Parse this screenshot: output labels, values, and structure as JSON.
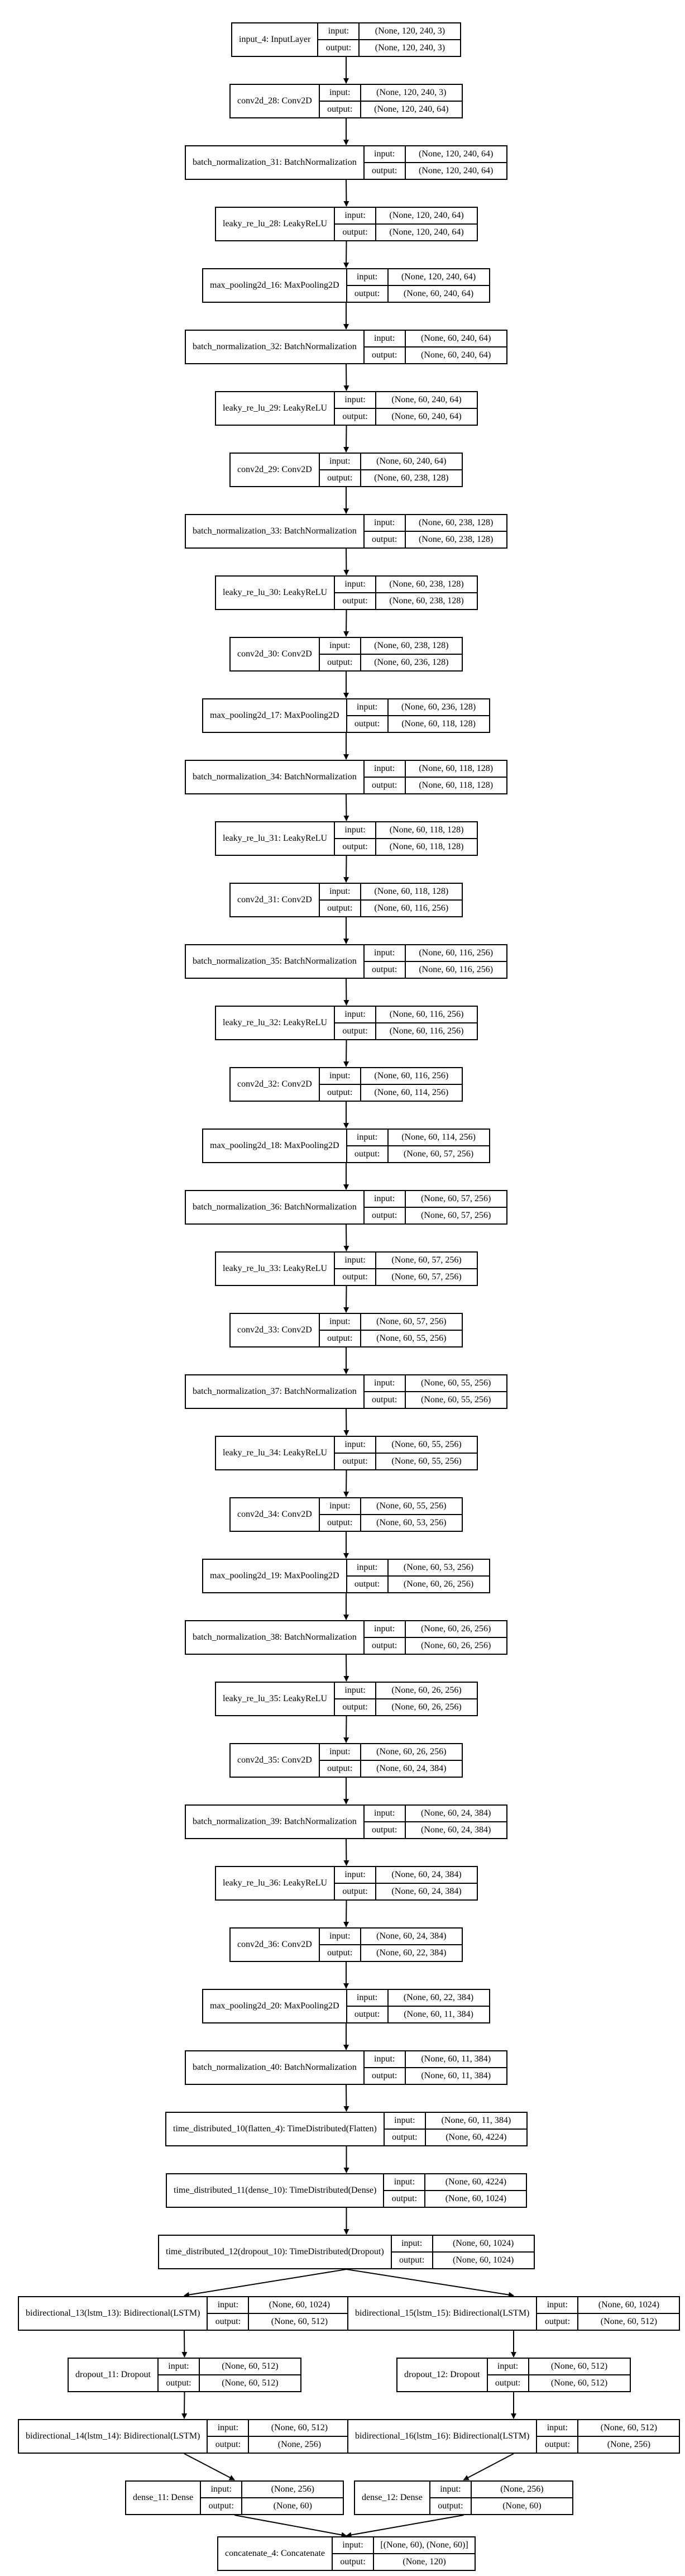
{
  "graph": {
    "nodes": [
      {
        "id": "n0",
        "label": "input_4: InputLayer",
        "input": "(None, 120, 240, 3)",
        "output": "(None, 120, 240, 3)"
      },
      {
        "id": "n1",
        "label": "conv2d_28: Conv2D",
        "input": "(None, 120, 240, 3)",
        "output": "(None, 120, 240, 64)"
      },
      {
        "id": "n2",
        "label": "batch_normalization_31: BatchNormalization",
        "input": "(None, 120, 240, 64)",
        "output": "(None, 120, 240, 64)"
      },
      {
        "id": "n3",
        "label": "leaky_re_lu_28: LeakyReLU",
        "input": "(None, 120, 240, 64)",
        "output": "(None, 120, 240, 64)"
      },
      {
        "id": "n4",
        "label": "max_pooling2d_16: MaxPooling2D",
        "input": "(None, 120, 240, 64)",
        "output": "(None, 60, 240, 64)"
      },
      {
        "id": "n5",
        "label": "batch_normalization_32: BatchNormalization",
        "input": "(None, 60, 240, 64)",
        "output": "(None, 60, 240, 64)"
      },
      {
        "id": "n6",
        "label": "leaky_re_lu_29: LeakyReLU",
        "input": "(None, 60, 240, 64)",
        "output": "(None, 60, 240, 64)"
      },
      {
        "id": "n7",
        "label": "conv2d_29: Conv2D",
        "input": "(None, 60, 240, 64)",
        "output": "(None, 60, 238, 128)"
      },
      {
        "id": "n8",
        "label": "batch_normalization_33: BatchNormalization",
        "input": "(None, 60, 238, 128)",
        "output": "(None, 60, 238, 128)"
      },
      {
        "id": "n9",
        "label": "leaky_re_lu_30: LeakyReLU",
        "input": "(None, 60, 238, 128)",
        "output": "(None, 60, 238, 128)"
      },
      {
        "id": "n10",
        "label": "conv2d_30: Conv2D",
        "input": "(None, 60, 238, 128)",
        "output": "(None, 60, 236, 128)"
      },
      {
        "id": "n11",
        "label": "max_pooling2d_17: MaxPooling2D",
        "input": "(None, 60, 236, 128)",
        "output": "(None, 60, 118, 128)"
      },
      {
        "id": "n12",
        "label": "batch_normalization_34: BatchNormalization",
        "input": "(None, 60, 118, 128)",
        "output": "(None, 60, 118, 128)"
      },
      {
        "id": "n13",
        "label": "leaky_re_lu_31: LeakyReLU",
        "input": "(None, 60, 118, 128)",
        "output": "(None, 60, 118, 128)"
      },
      {
        "id": "n14",
        "label": "conv2d_31: Conv2D",
        "input": "(None, 60, 118, 128)",
        "output": "(None, 60, 116, 256)"
      },
      {
        "id": "n15",
        "label": "batch_normalization_35: BatchNormalization",
        "input": "(None, 60, 116, 256)",
        "output": "(None, 60, 116, 256)"
      },
      {
        "id": "n16",
        "label": "leaky_re_lu_32: LeakyReLU",
        "input": "(None, 60, 116, 256)",
        "output": "(None, 60, 116, 256)"
      },
      {
        "id": "n17",
        "label": "conv2d_32: Conv2D",
        "input": "(None, 60, 116, 256)",
        "output": "(None, 60, 114, 256)"
      },
      {
        "id": "n18",
        "label": "max_pooling2d_18: MaxPooling2D",
        "input": "(None, 60, 114, 256)",
        "output": "(None, 60, 57, 256)"
      },
      {
        "id": "n19",
        "label": "batch_normalization_36: BatchNormalization",
        "input": "(None, 60, 57, 256)",
        "output": "(None, 60, 57, 256)"
      },
      {
        "id": "n20",
        "label": "leaky_re_lu_33: LeakyReLU",
        "input": "(None, 60, 57, 256)",
        "output": "(None, 60, 57, 256)"
      },
      {
        "id": "n21",
        "label": "conv2d_33: Conv2D",
        "input": "(None, 60, 57, 256)",
        "output": "(None, 60, 55, 256)"
      },
      {
        "id": "n22",
        "label": "batch_normalization_37: BatchNormalization",
        "input": "(None, 60, 55, 256)",
        "output": "(None, 60, 55, 256)"
      },
      {
        "id": "n23",
        "label": "leaky_re_lu_34: LeakyReLU",
        "input": "(None, 60, 55, 256)",
        "output": "(None, 60, 55, 256)"
      },
      {
        "id": "n24",
        "label": "conv2d_34: Conv2D",
        "input": "(None, 60, 55, 256)",
        "output": "(None, 60, 53, 256)"
      },
      {
        "id": "n25",
        "label": "max_pooling2d_19: MaxPooling2D",
        "input": "(None, 60, 53, 256)",
        "output": "(None, 60, 26, 256)"
      },
      {
        "id": "n26",
        "label": "batch_normalization_38: BatchNormalization",
        "input": "(None, 60, 26, 256)",
        "output": "(None, 60, 26, 256)"
      },
      {
        "id": "n27",
        "label": "leaky_re_lu_35: LeakyReLU",
        "input": "(None, 60, 26, 256)",
        "output": "(None, 60, 26, 256)"
      },
      {
        "id": "n28",
        "label": "conv2d_35: Conv2D",
        "input": "(None, 60, 26, 256)",
        "output": "(None, 60, 24, 384)"
      },
      {
        "id": "n29",
        "label": "batch_normalization_39: BatchNormalization",
        "input": "(None, 60, 24, 384)",
        "output": "(None, 60, 24, 384)"
      },
      {
        "id": "n30",
        "label": "leaky_re_lu_36: LeakyReLU",
        "input": "(None, 60, 24, 384)",
        "output": "(None, 60, 24, 384)"
      },
      {
        "id": "n31",
        "label": "conv2d_36: Conv2D",
        "input": "(None, 60, 24, 384)",
        "output": "(None, 60, 22, 384)"
      },
      {
        "id": "n32",
        "label": "max_pooling2d_20: MaxPooling2D",
        "input": "(None, 60, 22, 384)",
        "output": "(None, 60, 11, 384)"
      },
      {
        "id": "n33",
        "label": "batch_normalization_40: BatchNormalization",
        "input": "(None, 60, 11, 384)",
        "output": "(None, 60, 11, 384)"
      },
      {
        "id": "n34",
        "label": "time_distributed_10(flatten_4): TimeDistributed(Flatten)",
        "input": "(None, 60, 11, 384)",
        "output": "(None, 60, 4224)"
      },
      {
        "id": "n35",
        "label": "time_distributed_11(dense_10): TimeDistributed(Dense)",
        "input": "(None, 60, 4224)",
        "output": "(None, 60, 1024)"
      },
      {
        "id": "n36",
        "label": "time_distributed_12(dropout_10): TimeDistributed(Dropout)",
        "input": "(None, 60, 1024)",
        "output": "(None, 60, 1024)"
      },
      {
        "id": "n37",
        "label": "bidirectional_13(lstm_13): Bidirectional(LSTM)",
        "input": "(None, 60, 1024)",
        "output": "(None, 60, 512)"
      },
      {
        "id": "n38",
        "label": "bidirectional_15(lstm_15): Bidirectional(LSTM)",
        "input": "(None, 60, 1024)",
        "output": "(None, 60, 512)"
      },
      {
        "id": "n39",
        "label": "dropout_11: Dropout",
        "input": "(None, 60, 512)",
        "output": "(None, 60, 512)"
      },
      {
        "id": "n40",
        "label": "dropout_12: Dropout",
        "input": "(None, 60, 512)",
        "output": "(None, 60, 512)"
      },
      {
        "id": "n41",
        "label": "bidirectional_14(lstm_14): Bidirectional(LSTM)",
        "input": "(None, 60, 512)",
        "output": "(None, 256)"
      },
      {
        "id": "n42",
        "label": "bidirectional_16(lstm_16): Bidirectional(LSTM)",
        "input": "(None, 60, 512)",
        "output": "(None, 256)"
      },
      {
        "id": "n43",
        "label": "dense_11: Dense",
        "input": "(None, 256)",
        "output": "(None, 60)"
      },
      {
        "id": "n44",
        "label": "dense_12: Dense",
        "input": "(None, 256)",
        "output": "(None, 60)"
      },
      {
        "id": "n45",
        "label": "concatenate_4: Concatenate",
        "input": "[(None, 60), (None, 60)]",
        "output": "(None, 120)"
      }
    ],
    "edges": [
      [
        "n0",
        "n1"
      ],
      [
        "n1",
        "n2"
      ],
      [
        "n2",
        "n3"
      ],
      [
        "n3",
        "n4"
      ],
      [
        "n4",
        "n5"
      ],
      [
        "n5",
        "n6"
      ],
      [
        "n6",
        "n7"
      ],
      [
        "n7",
        "n8"
      ],
      [
        "n8",
        "n9"
      ],
      [
        "n9",
        "n10"
      ],
      [
        "n10",
        "n11"
      ],
      [
        "n11",
        "n12"
      ],
      [
        "n12",
        "n13"
      ],
      [
        "n13",
        "n14"
      ],
      [
        "n14",
        "n15"
      ],
      [
        "n15",
        "n16"
      ],
      [
        "n16",
        "n17"
      ],
      [
        "n17",
        "n18"
      ],
      [
        "n18",
        "n19"
      ],
      [
        "n19",
        "n20"
      ],
      [
        "n20",
        "n21"
      ],
      [
        "n21",
        "n22"
      ],
      [
        "n22",
        "n23"
      ],
      [
        "n23",
        "n24"
      ],
      [
        "n24",
        "n25"
      ],
      [
        "n25",
        "n26"
      ],
      [
        "n26",
        "n27"
      ],
      [
        "n27",
        "n28"
      ],
      [
        "n28",
        "n29"
      ],
      [
        "n29",
        "n30"
      ],
      [
        "n30",
        "n31"
      ],
      [
        "n31",
        "n32"
      ],
      [
        "n32",
        "n33"
      ],
      [
        "n33",
        "n34"
      ],
      [
        "n34",
        "n35"
      ],
      [
        "n35",
        "n36"
      ],
      [
        "n36",
        "n37"
      ],
      [
        "n36",
        "n38"
      ],
      [
        "n37",
        "n39"
      ],
      [
        "n38",
        "n40"
      ],
      [
        "n39",
        "n41"
      ],
      [
        "n40",
        "n42"
      ],
      [
        "n41",
        "n43"
      ],
      [
        "n42",
        "n44"
      ],
      [
        "n43",
        "n45"
      ],
      [
        "n44",
        "n45"
      ]
    ]
  },
  "labels": {
    "input": "input:",
    "output": "output:"
  }
}
